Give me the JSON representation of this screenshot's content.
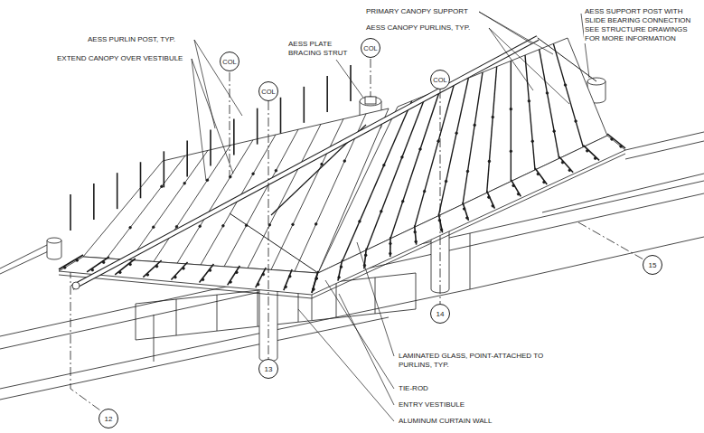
{
  "diagram": {
    "nodes": [
      {
        "text": [
          "COL"
        ]
      },
      {
        "text": [
          "COL"
        ]
      },
      {
        "text": [
          "COL"
        ]
      },
      {
        "text": [
          "COL"
        ]
      },
      {
        "text": [
          "15"
        ]
      },
      {
        "text": [
          "14"
        ]
      },
      {
        "text": [
          "13"
        ]
      },
      {
        "text": [
          "12"
        ]
      }
    ],
    "edges": [
      {
        "from": 3,
        "to": 6,
        "arrow": "none"
      },
      {
        "from": 2,
        "to": 5,
        "arrow": "none"
      }
    ],
    "labels": [
      "PRIMARY CANOPY SUPPORT",
      "AESS SUPPORT POST WITH SLIDE BEARING CONNECTION SEE STRUCTURE DRAWINGS FOR MORE INFORMATION",
      "AESS CANOPY PURLINS, TYP.",
      "AESS PURLIN POST, TYP.",
      "EXTEND CANOPY OVER VESTIBULE",
      "AESS PLATE BRACING STRUT",
      "LAMINATED GLASS, POINT-ATTACHED TO PURLINS, TYP.",
      "TIE-ROD",
      "ENTRY VESTIBULE",
      "ALUMINUM CURTAIN WALL"
    ]
  }
}
